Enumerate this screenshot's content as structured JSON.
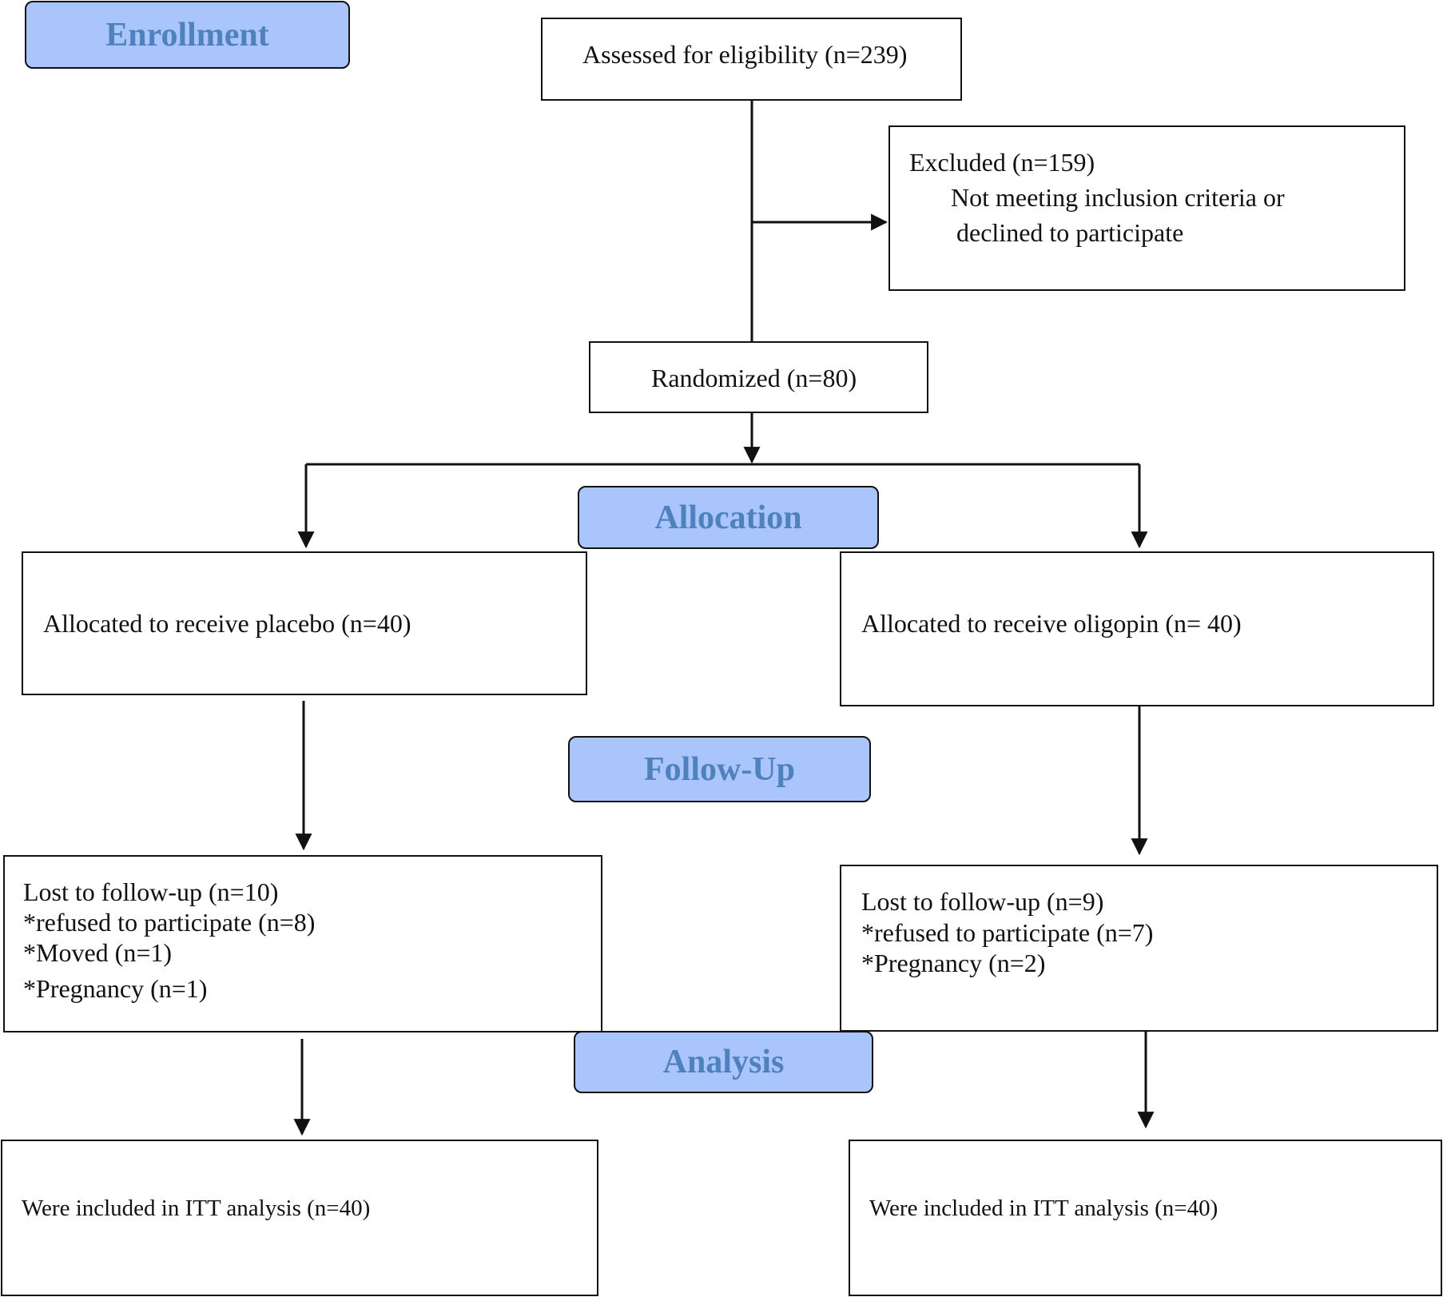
{
  "stages": {
    "enrollment": "Enrollment",
    "allocation": "Allocation",
    "follow_up": "Follow-Up",
    "analysis": "Analysis"
  },
  "assessed": "Assessed for eligibility (n=239)",
  "excluded": {
    "title": "Excluded (n=159)",
    "bullet": "",
    "line1": "Not meeting inclusion criteria or",
    "line2": "declined to participate"
  },
  "randomized": "Randomized (n=80)",
  "placebo_arm": {
    "allocated": "Allocated to receive placebo (n=40)",
    "lost": [
      "Lost to follow-up (n=10)",
      "*refused to participate (n=8)",
      "*Moved (n=1)",
      "*Pregnancy (n=1)"
    ],
    "analysis": "Were included in ITT analysis (n=40)"
  },
  "oligopin_arm": {
    "allocated": "Allocated to receive oligopin (n= 40)",
    "lost": [
      "Lost to follow-up (n=9)",
      "*refused to participate (n=7)",
      "*Pregnancy (n=2)"
    ],
    "analysis": "Were included in ITT analysis (n=40)"
  },
  "colors": {
    "stage_fill": "#a9c5fb",
    "stage_text": "#4f81bd",
    "line": "#111111"
  }
}
